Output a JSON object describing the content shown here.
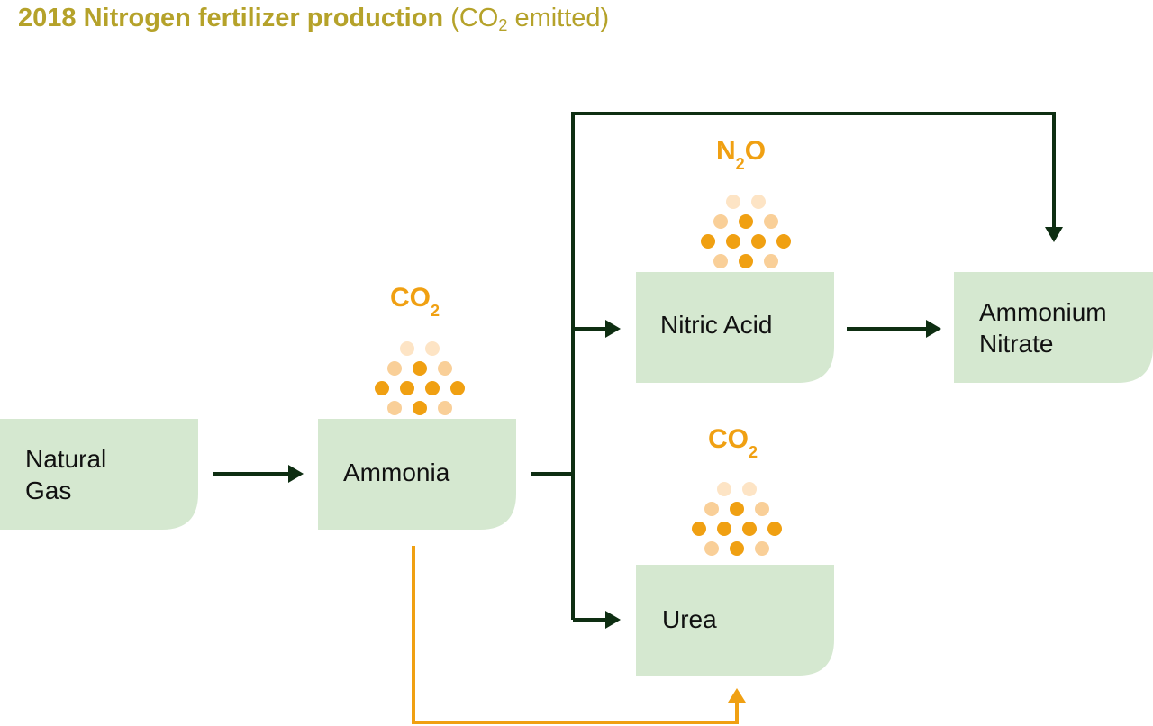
{
  "title": {
    "bold": "2018 Nitrogen fertilizer production",
    "paren_open": "(CO",
    "sub": "2",
    "paren_close": " emitted)"
  },
  "colors": {
    "title": "#b5a22a",
    "box_fill": "#d5e8d0",
    "arrow_dark": "#0e2e12",
    "arrow_orange": "#f0a012",
    "dot_dark": "#f0a012",
    "dot_mid": "#f9cf98",
    "dot_light": "#fde4c5"
  },
  "nodes": [
    {
      "id": "natural-gas",
      "lines": [
        "Natural",
        "Gas"
      ]
    },
    {
      "id": "ammonia",
      "lines": [
        "Ammonia"
      ]
    },
    {
      "id": "nitric-acid",
      "lines": [
        "Nitric Acid"
      ]
    },
    {
      "id": "ammonium-nitrate",
      "lines": [
        "Ammonium",
        "Nitrate"
      ]
    },
    {
      "id": "urea",
      "lines": [
        "Urea"
      ]
    }
  ],
  "emissions": [
    {
      "id": "ammonia-co2",
      "main": "CO",
      "sub": "2",
      "after": ""
    },
    {
      "id": "nitric-acid-n2o",
      "main": "N",
      "sub": "2",
      "after": "O"
    },
    {
      "id": "urea-co2",
      "main": "CO",
      "sub": "2",
      "after": ""
    }
  ],
  "edges": [
    {
      "from": "natural-gas",
      "to": "ammonia",
      "color": "dark"
    },
    {
      "from": "ammonia",
      "to": "nitric-acid",
      "color": "dark"
    },
    {
      "from": "ammonia",
      "to": "urea",
      "color": "dark"
    },
    {
      "from": "ammonia",
      "to": "ammonium-nitrate",
      "color": "dark"
    },
    {
      "from": "nitric-acid",
      "to": "ammonium-nitrate",
      "color": "dark"
    },
    {
      "from": "ammonia",
      "to": "urea",
      "color": "orange"
    }
  ]
}
